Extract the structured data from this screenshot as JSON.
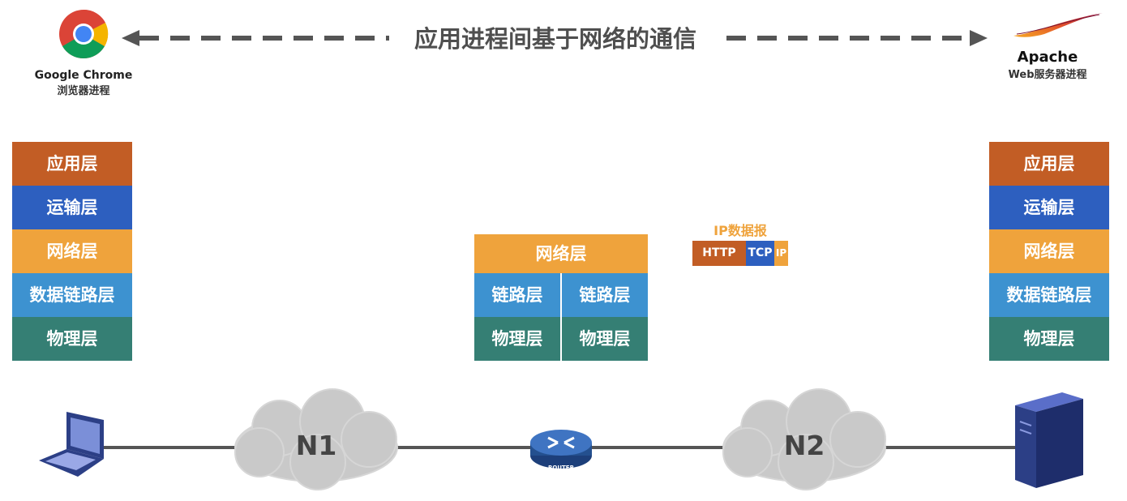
{
  "header": {
    "title": "应用进程间基于网络的通信"
  },
  "client_app": {
    "icon": "chrome-logo-icon",
    "name": "Google Chrome",
    "sub": "浏览器进程"
  },
  "server_app": {
    "icon": "apache-feather-icon",
    "name": "Apache",
    "sub": "Web服务器进程"
  },
  "host_stack": {
    "layers": [
      "应用层",
      "运输层",
      "网络层",
      "数据链路层",
      "物理层"
    ]
  },
  "router_stack": {
    "network": "网络层",
    "link": "链路层",
    "physical": "物理层"
  },
  "packet": {
    "title": "IP数据报",
    "parts": [
      "HTTP",
      "TCP",
      "IP"
    ]
  },
  "network": {
    "cloud1": "N1",
    "cloud2": "N2",
    "router_label": "ROUTER"
  },
  "colors": {
    "application": "#c25d25",
    "transport": "#2d5fbf",
    "network": "#efa33c",
    "datalink": "#3d92d0",
    "physical": "#357f74"
  }
}
